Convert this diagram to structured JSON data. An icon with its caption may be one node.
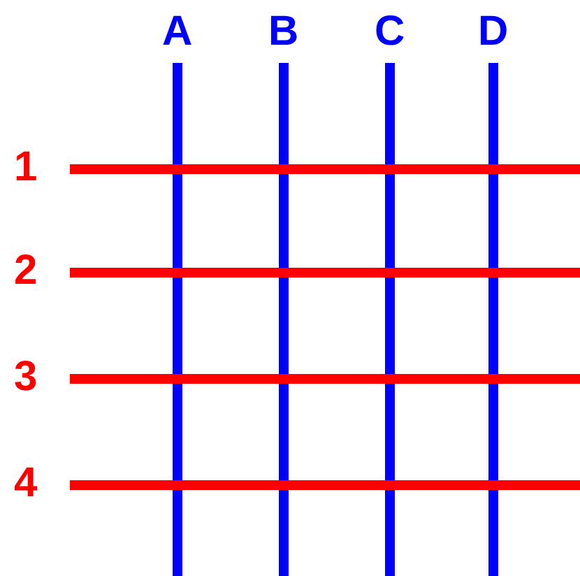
{
  "diagram": {
    "labels": [
      "A",
      "B",
      "C",
      "D",
      "1",
      "2",
      "3",
      "4"
    ]
  }
}
